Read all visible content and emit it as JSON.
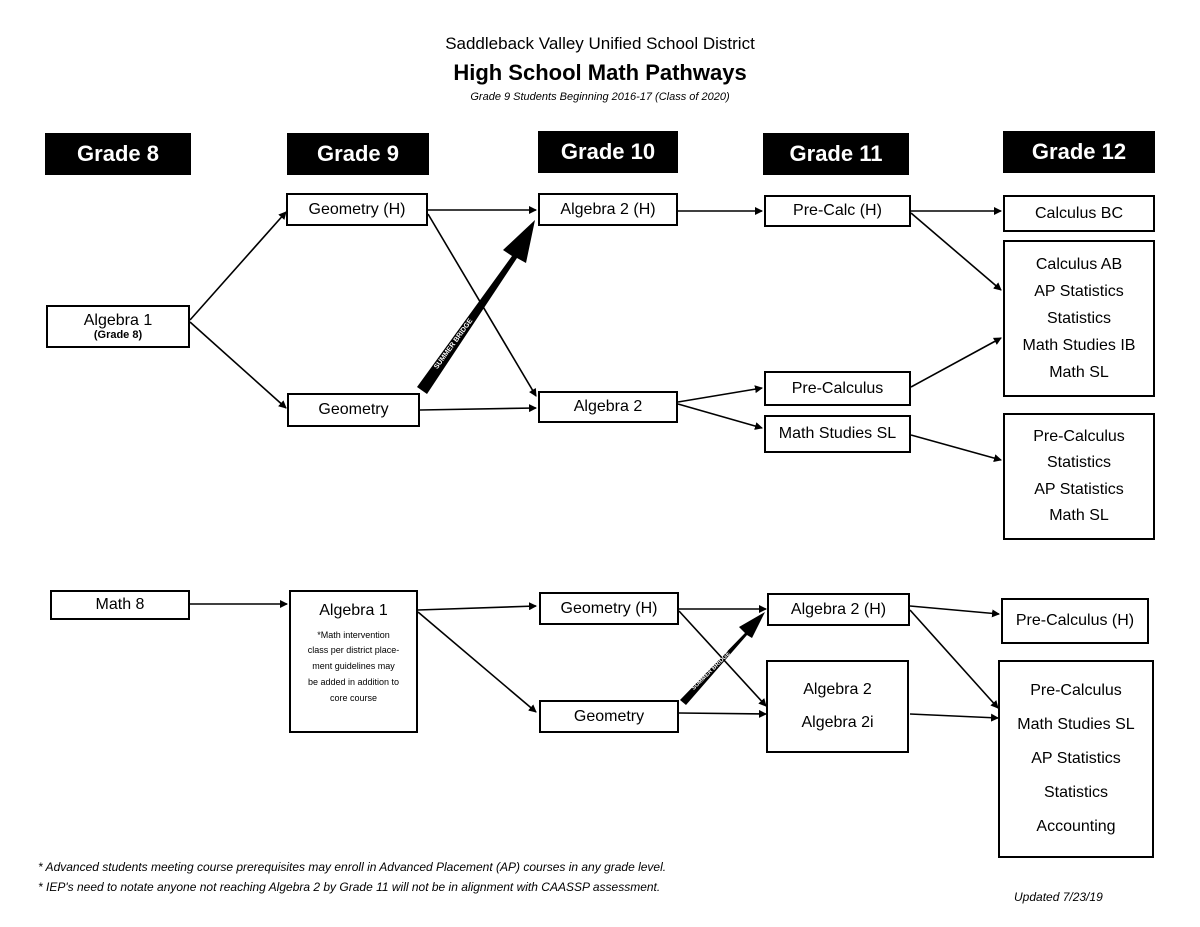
{
  "header": {
    "district": "Saddleback Valley Unified School District",
    "title": "High School Math Pathways",
    "subtitle": "Grade 9 Students Beginning 2016-17 (Class of 2020)"
  },
  "grades": [
    "Grade 8",
    "Grade 9",
    "Grade 10",
    "Grade 11",
    "Grade 12"
  ],
  "top_pathway": {
    "algebra1": "Algebra 1",
    "algebra1_note": "(Grade 8)",
    "geometry_h": "Geometry (H)",
    "geometry": "Geometry",
    "algebra2_h": "Algebra 2 (H)",
    "algebra2": "Algebra 2",
    "precalc_h": "Pre-Calc (H)",
    "precalculus": "Pre-Calculus",
    "math_studies_sl": "Math Studies SL",
    "calculus_bc": "Calculus BC",
    "list_a": [
      "Calculus AB",
      "AP Statistics",
      "Statistics",
      "Math Studies IB",
      "Math SL"
    ],
    "list_b": [
      "Pre-Calculus",
      "Statistics",
      "AP Statistics",
      "Math SL"
    ],
    "bridge_label": "SUMMER BRIDGE"
  },
  "bottom_pathway": {
    "math8": "Math 8",
    "algebra1": "Algebra 1",
    "algebra1_note": [
      "*Math intervention",
      "class per district place-",
      "ment guidelines may",
      "be added in addition to",
      "core course"
    ],
    "geometry_h": "Geometry (H)",
    "geometry": "Geometry",
    "algebra2_h": "Algebra 2 (H)",
    "algebra2_list": [
      "Algebra 2",
      "Algebra 2i"
    ],
    "precalculus_h": "Pre-Calculus (H)",
    "list_c": [
      "Pre-Calculus",
      "Math Studies SL",
      "AP Statistics",
      "Statistics",
      "Accounting"
    ],
    "bridge_label": "SUMMER BRIDGE"
  },
  "footnotes": [
    "* Advanced students meeting course prerequisites may enroll in Advanced Placement (AP) courses in any grade level.",
    "* IEP's need to notate anyone not reaching Algebra 2 by Grade 11 will not be in alignment with CAASSP assessment."
  ],
  "updated": "Updated 7/23/19"
}
